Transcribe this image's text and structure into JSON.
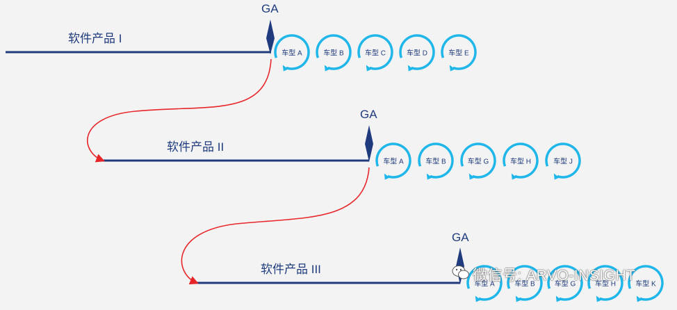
{
  "rows": [
    {
      "product_label": "软件产品 I",
      "ga_label": "GA",
      "vehicles": [
        "车型 A",
        "车型 B",
        "车型 C",
        "车型 D",
        "车型 E"
      ]
    },
    {
      "product_label": "软件产品 II",
      "ga_label": "GA",
      "vehicles": [
        "车型 A",
        "车型 B",
        "车型 G",
        "车型 H",
        "车型 J"
      ]
    },
    {
      "product_label": "软件产品 III",
      "ga_label": "GA",
      "vehicles": [
        "车型 A",
        "车型 B",
        "车型 G",
        "车型 H",
        "车型 K"
      ]
    }
  ],
  "watermark": "微信号: ARVO-INSIGHT",
  "colors": {
    "line": "#1f3b7d",
    "cycle": "#1fb6ea",
    "arrow": "#e8262a",
    "background": "#f3f3f3"
  }
}
